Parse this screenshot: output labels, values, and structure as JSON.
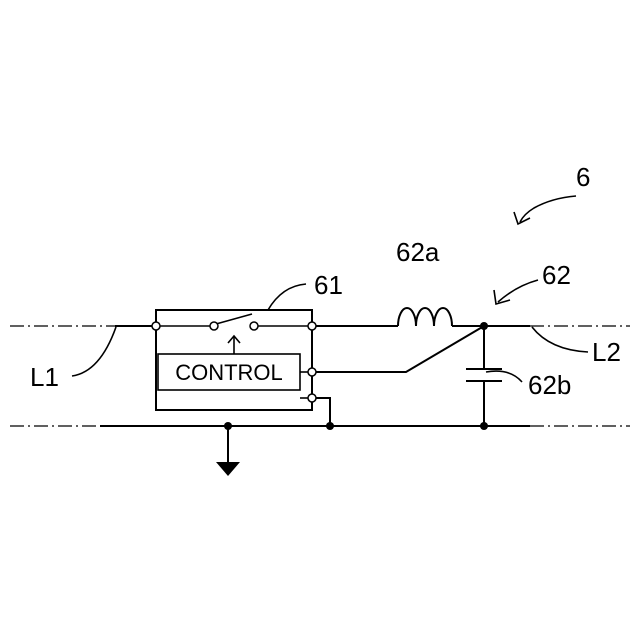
{
  "diagram": {
    "labels": {
      "system": "6",
      "switch_unit": "61",
      "filter": "62",
      "inductor": "62a",
      "capacitor": "62b",
      "line_1": "L1",
      "line_2": "L2"
    },
    "control_block_text": "CONTROL"
  }
}
